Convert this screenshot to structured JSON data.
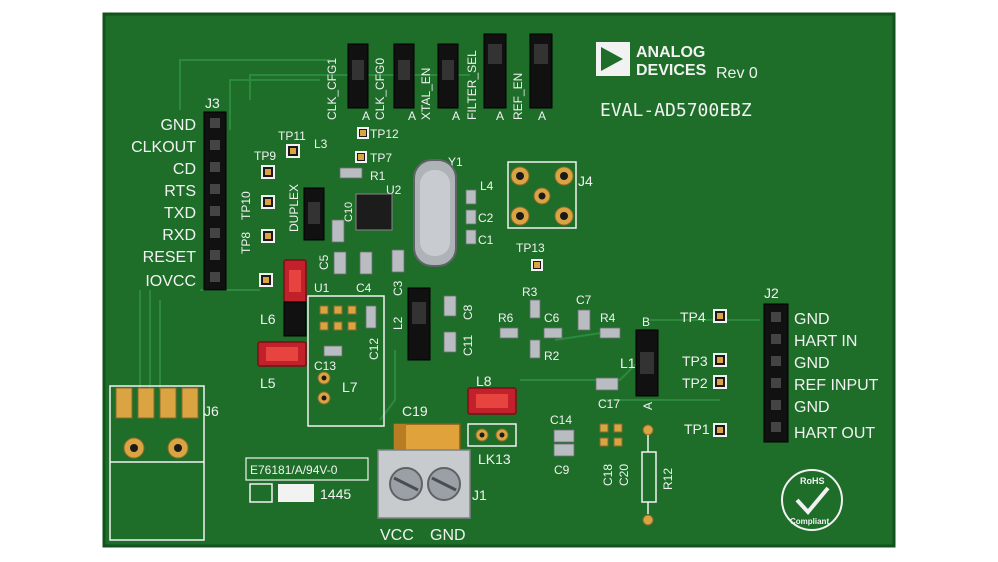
{
  "board": {
    "pcb_color": "#1e6e2a",
    "silk_color": "#f2f2f2",
    "logo": {
      "line1": "ANALOG",
      "line2": "DEVICES"
    },
    "rev": "Rev 0",
    "name": "EVAL-AD5700EBZ"
  },
  "j3": {
    "designator": "J3",
    "pins": [
      "GND",
      "CLKOUT",
      "CD",
      "RTS",
      "TXD",
      "RXD",
      "RESET",
      "IOVCC"
    ]
  },
  "j2": {
    "designator": "J2",
    "pins": [
      "GND",
      "HART IN",
      "GND",
      "REF INPUT",
      "GND",
      "HART OUT"
    ]
  },
  "top_jumpers": {
    "labels": [
      "CLK_CFG1",
      "CLK_CFG0",
      "XTAL_EN",
      "FILTER_SEL",
      "REF_EN"
    ],
    "b": "B",
    "a": "A"
  },
  "parts": {
    "u1": "U1",
    "u2": "U2",
    "y1": "Y1",
    "j4": "J4",
    "j6": "J6",
    "j1": "J1",
    "l1": "L1",
    "l2": "L2",
    "l3": "L3",
    "l5": "L5",
    "l6": "L6",
    "l7": "L7",
    "l8": "L8",
    "lk13": "LK13",
    "r1": "R1",
    "r2": "R2",
    "r3": "R3",
    "r4": "R4",
    "r6": "R6",
    "r12": "R12",
    "c1": "C1",
    "c2": "C2",
    "c3": "C3",
    "c4": "C4",
    "c5": "C5",
    "c6": "C6",
    "c7": "C7",
    "c8": "C8",
    "c9": "C9",
    "c10": "C10",
    "c11": "C11",
    "c12": "C12",
    "c13": "C13",
    "c14": "C14",
    "c17": "C17",
    "c18": "C18",
    "c19": "C19",
    "c20": "C20",
    "duplex": "DUPLEX",
    "l4": "L4"
  },
  "testpoints": {
    "tp1": "TP1",
    "tp2": "TP2",
    "tp3": "TP3",
    "tp4": "TP4",
    "tp7": "TP7",
    "tp8": "TP8",
    "tp9": "TP9",
    "tp10": "TP10",
    "tp11": "TP11",
    "tp12": "TP12",
    "tp13": "TP13"
  },
  "markings": {
    "ul": "E76181/A/94V-0",
    "date": "1445",
    "vcc": "VCC",
    "gnd": "GND"
  },
  "rohs": {
    "line1": "RoHS",
    "line2": "Compliant"
  }
}
